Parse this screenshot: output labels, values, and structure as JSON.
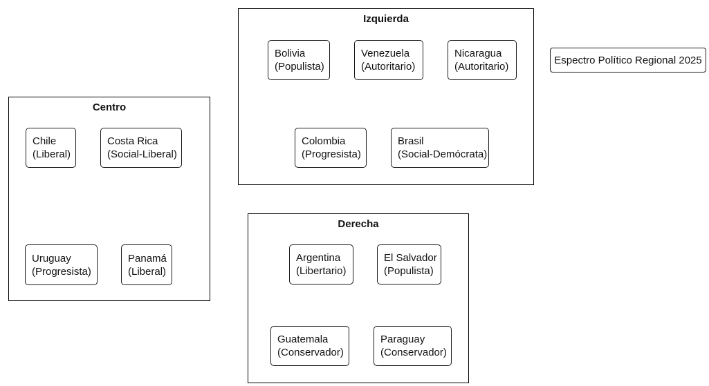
{
  "diagram": {
    "title_node": {
      "label": "Espectro Político Regional 2025"
    },
    "colors": {
      "background": "#ffffff",
      "group_border": "#000000",
      "node_border": "#1a1a1a",
      "text": "#111111"
    },
    "groups": {
      "izquierda": {
        "label": "Izquierda",
        "nodes": {
          "bolivia": {
            "country": "Bolivia",
            "ideology": "(Populista)"
          },
          "venezuela": {
            "country": "Venezuela",
            "ideology": "(Autoritario)"
          },
          "nicaragua": {
            "country": "Nicaragua",
            "ideology": "(Autoritario)"
          },
          "colombia": {
            "country": "Colombia",
            "ideology": "(Progresista)"
          },
          "brasil": {
            "country": "Brasil",
            "ideology": "(Social-Demócrata)"
          }
        }
      },
      "centro": {
        "label": "Centro",
        "nodes": {
          "chile": {
            "country": "Chile",
            "ideology": "(Liberal)"
          },
          "costa_rica": {
            "country": "Costa Rica",
            "ideology": "(Social-Liberal)"
          },
          "uruguay": {
            "country": "Uruguay",
            "ideology": "(Progresista)"
          },
          "panama": {
            "country": "Panamá",
            "ideology": "(Liberal)"
          }
        }
      },
      "derecha": {
        "label": "Derecha",
        "nodes": {
          "argentina": {
            "country": "Argentina",
            "ideology": "(Libertario)"
          },
          "el_salvador": {
            "country": "El Salvador",
            "ideology": "(Populista)"
          },
          "guatemala": {
            "country": "Guatemala",
            "ideology": "(Conservador)"
          },
          "paraguay": {
            "country": "Paraguay",
            "ideology": "(Conservador)"
          }
        }
      }
    }
  }
}
